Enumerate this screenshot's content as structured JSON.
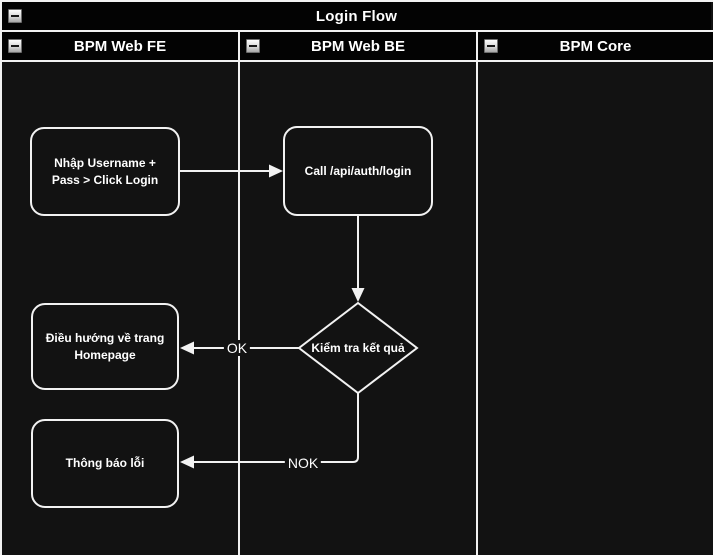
{
  "pool": {
    "title": "Login Flow"
  },
  "lanes": [
    {
      "label": "BPM Web FE"
    },
    {
      "label": "BPM Web BE"
    },
    {
      "label": "BPM Core"
    }
  ],
  "nodes": [
    {
      "id": "input-credentials",
      "lane": "BPM Web FE",
      "shape": "rounded-rect",
      "label": "Nhập Username + Pass > Click Login"
    },
    {
      "id": "call-login-api",
      "lane": "BPM Web BE",
      "shape": "rounded-rect",
      "label": "Call /api/auth/login"
    },
    {
      "id": "check-result",
      "lane": "BPM Web BE",
      "shape": "diamond",
      "label": "Kiểm tra kết quả"
    },
    {
      "id": "redirect-homepage",
      "lane": "BPM Web FE",
      "shape": "rounded-rect",
      "label": "Điều hướng về trang Homepage"
    },
    {
      "id": "show-error",
      "lane": "BPM Web FE",
      "shape": "rounded-rect",
      "label": "Thông báo lỗi"
    }
  ],
  "edges": [
    {
      "from": "input-credentials",
      "to": "call-login-api",
      "label": ""
    },
    {
      "from": "call-login-api",
      "to": "check-result",
      "label": ""
    },
    {
      "from": "check-result",
      "to": "redirect-homepage",
      "label": "OK"
    },
    {
      "from": "check-result",
      "to": "show-error",
      "label": "NOK"
    }
  ],
  "colors": {
    "background": "#121212",
    "header_bg": "#030303",
    "stroke": "#f2f2f2",
    "text": "#ffffff"
  }
}
